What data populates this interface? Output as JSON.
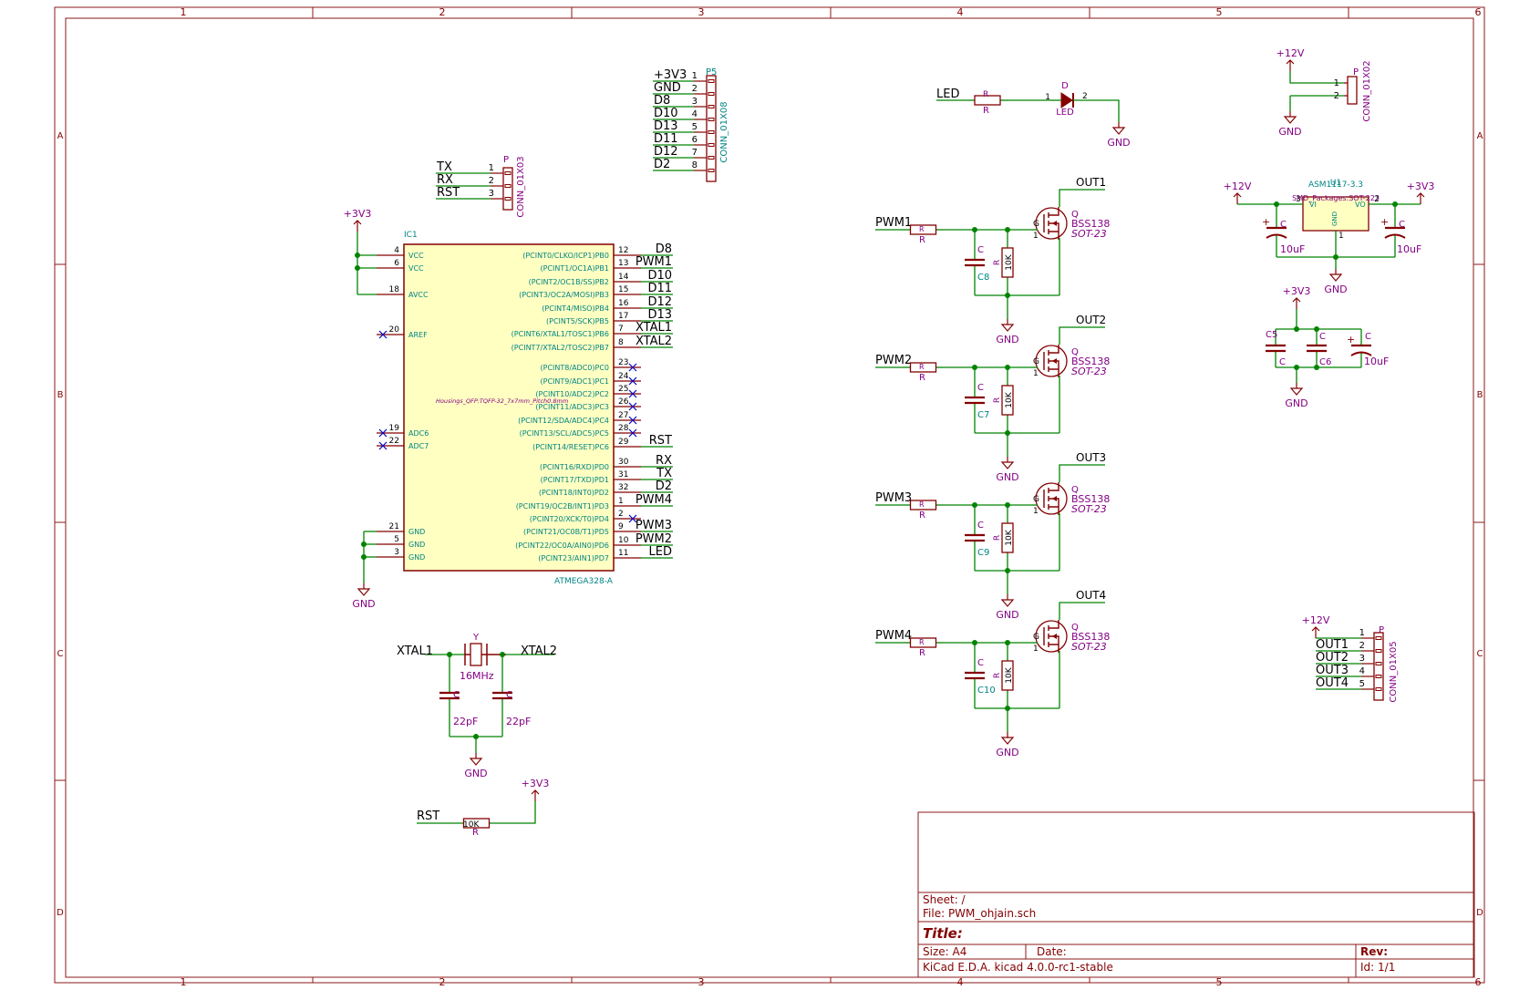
{
  "colors": {
    "border": "#8b1a1a",
    "wire": "#008400",
    "part": "#840000",
    "pin": "#840000",
    "partFill": "#ffffc2",
    "ref": "#008484",
    "val": "#840084",
    "net": "#000000",
    "power": "#840084",
    "junction": "#008400",
    "nc": "#0000c0",
    "grid_text": "#840000",
    "title": "#840000"
  },
  "frame": {
    "cols": [
      "1",
      "2",
      "3",
      "4",
      "5",
      "6"
    ],
    "rows": [
      "A",
      "B",
      "C",
      "D"
    ]
  },
  "titleblock": {
    "sheet": "Sheet: /",
    "file": "File: PWM_ohjain.sch",
    "title": "Title:",
    "size": "Size: A4",
    "date": "Date:",
    "rev": "Rev:",
    "tool": "KiCad E.D.A.  kicad 4.0.0-rc1-stable",
    "id": "Id: 1/1"
  },
  "mcu": {
    "ref": "IC1",
    "value": "ATMEGA328-A",
    "footprint": "Housings_QFP:TQFP-32_7x7mm_Pitch0.8mm",
    "left_pins": [
      {
        "num": "4",
        "name": "VCC"
      },
      {
        "num": "6",
        "name": "VCC"
      },
      {
        "num": "18",
        "name": "AVCC"
      },
      {
        "num": "20",
        "name": "AREF"
      },
      {
        "num": "19",
        "name": "ADC6"
      },
      {
        "num": "22",
        "name": "ADC7"
      },
      {
        "num": "21",
        "name": "GND"
      },
      {
        "num": "5",
        "name": "GND"
      },
      {
        "num": "3",
        "name": "GND"
      }
    ],
    "right_pins": [
      {
        "num": "12",
        "name": "(PCINT0/CLKO/ICP1)PB0",
        "net": "D8"
      },
      {
        "num": "13",
        "name": "(PCINT1/OC1A)PB1",
        "net": "PWM1"
      },
      {
        "num": "14",
        "name": "(PCINT2/OC1B/SS)PB2",
        "net": "D10"
      },
      {
        "num": "15",
        "name": "(PCINT3/OC2A/MOSI)PB3",
        "net": "D11"
      },
      {
        "num": "16",
        "name": "(PCINT4/MISO)PB4",
        "net": "D12"
      },
      {
        "num": "17",
        "name": "(PCINT5/SCK)PB5",
        "net": "D13"
      },
      {
        "num": "7",
        "name": "(PCINT6/XTAL1/TOSC1)PB6",
        "net": "XTAL1"
      },
      {
        "num": "8",
        "name": "(PCINT7/XTAL2/TOSC2)PB7",
        "net": "XTAL2"
      },
      {
        "num": "23",
        "name": "(PCINT8/ADC0)PC0",
        "net": ""
      },
      {
        "num": "24",
        "name": "(PCINT9/ADC1)PC1",
        "net": ""
      },
      {
        "num": "25",
        "name": "(PCINT10/ADC2)PC2",
        "net": ""
      },
      {
        "num": "26",
        "name": "(PCINT11/ADC3)PC3",
        "net": ""
      },
      {
        "num": "27",
        "name": "(PCINT12/SDA/ADC4)PC4",
        "net": ""
      },
      {
        "num": "28",
        "name": "(PCINT13/SCL/ADC5)PC5",
        "net": ""
      },
      {
        "num": "29",
        "name": "(PCINT14/RESET)PC6",
        "net": "RST"
      },
      {
        "num": "30",
        "name": "(PCINT16/RXD)PD0",
        "net": "RX"
      },
      {
        "num": "31",
        "name": "(PCINT17/TXD)PD1",
        "net": "TX"
      },
      {
        "num": "32",
        "name": "(PCINT18/INT0)PD2",
        "net": "D2"
      },
      {
        "num": "1",
        "name": "(PCINT19/OC2B/INT1)PD3",
        "net": "PWM4"
      },
      {
        "num": "2",
        "name": "(PCINT20/XCK/T0)PD4",
        "net": ""
      },
      {
        "num": "9",
        "name": "(PCINT21/OC0B/T1)PD5",
        "net": "PWM3"
      },
      {
        "num": "10",
        "name": "(PCINT22/OC0A/AIN0)PD6",
        "net": "PWM2"
      },
      {
        "num": "11",
        "name": "(PCINT23/AIN1)PD7",
        "net": "LED"
      }
    ]
  },
  "labels": {
    "p3v3": "+3V3",
    "p12v": "+12V",
    "gnd": "GND",
    "c": "C",
    "r": "R",
    "q": "Q",
    "p": "P",
    "d": "D",
    "y": "Y",
    "g": "G",
    "k10": "10K",
    "uf10": "10uF",
    "pf22": "22pF",
    "mhz": "16MHz",
    "bss": "BSS138",
    "sot": "SOT-23",
    "led": "LED",
    "xtal1": "XTAL1",
    "xtal2": "XTAL2",
    "rst": "RST",
    "tx": "TX",
    "rx": "RX",
    "vi": "VI",
    "vo": "VO",
    "u1": "U1",
    "asm": "ASM1117-3.3",
    "smd": "SMD_Packages:SOT-223",
    "c5": "C5",
    "c6": "C6"
  },
  "conn_serial": {
    "value": "CONN_01X03",
    "nets": [
      "TX",
      "RX",
      "RST"
    ]
  },
  "conn_p5": {
    "ref": "P5",
    "value": "CONN_01X08",
    "nets": [
      "+3V3",
      "GND",
      "D8",
      "D10",
      "D13",
      "D11",
      "D12",
      "D2"
    ]
  },
  "conn_power": {
    "value": "CONN_01X02"
  },
  "conn_out": {
    "value": "CONN_01X05",
    "nets": [
      "OUT1",
      "OUT2",
      "OUT3",
      "OUT4"
    ]
  },
  "channels": [
    {
      "pwm": "PWM1",
      "out": "OUT1",
      "cap": "C8"
    },
    {
      "pwm": "PWM2",
      "out": "OUT2",
      "cap": "C7"
    },
    {
      "pwm": "PWM3",
      "out": "OUT3",
      "cap": "C9"
    },
    {
      "pwm": "PWM4",
      "out": "OUT4",
      "cap": "C10"
    }
  ]
}
